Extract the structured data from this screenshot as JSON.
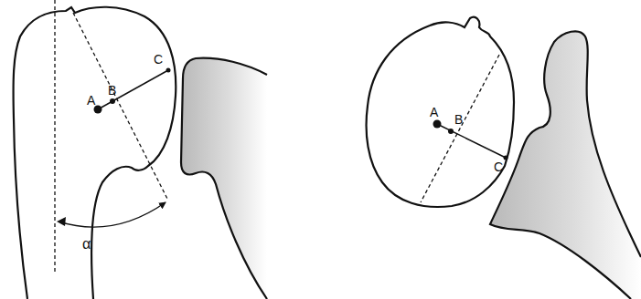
{
  "diagram": {
    "labels": [
      "A",
      "B",
      "C",
      "α",
      "A",
      "B",
      "C"
    ]
  }
}
